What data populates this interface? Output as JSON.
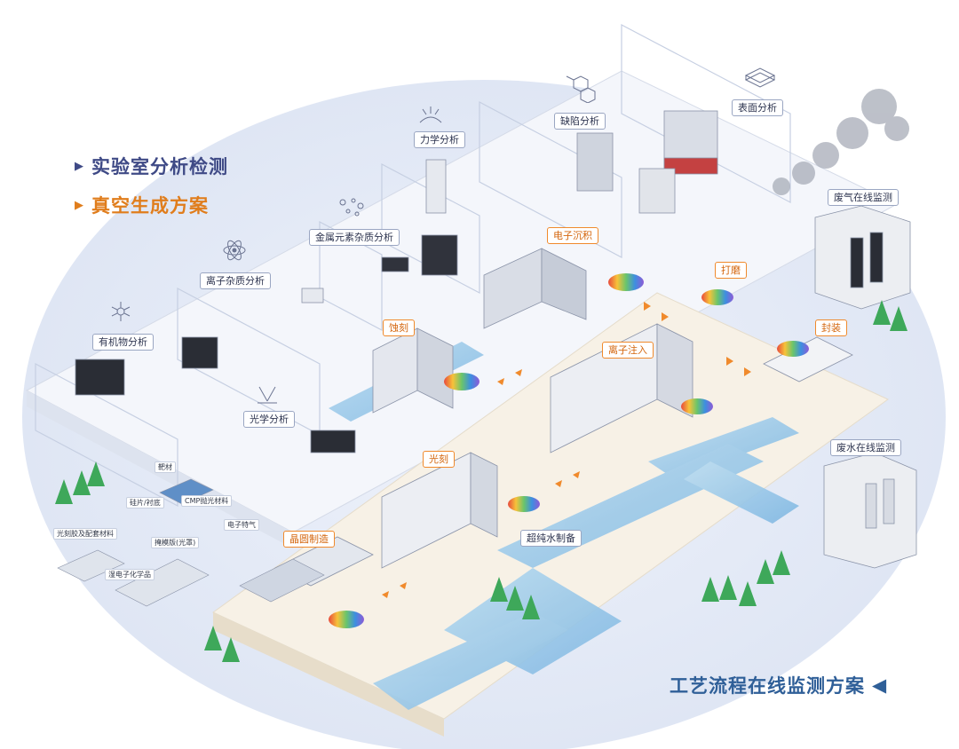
{
  "legend": {
    "lab": "实验室分析检测",
    "vacuum": "真空生成方案",
    "process": "工艺流程在线监测方案"
  },
  "colors": {
    "lab_legend": "#3f4a86",
    "vacuum_legend": "#e07d1c",
    "process_legend": "#2f5f98",
    "orange_tag_border": "#f08a2c",
    "water": "#8fc4e6",
    "tree": "#3ea85a"
  },
  "lab_labels": {
    "surface": "表面分析",
    "defect": "缺陷分析",
    "mechanics": "力学分析",
    "metal": "金属元素杂质分析",
    "ion_impurity": "离子杂质分析",
    "organic": "有机物分析",
    "optical": "光学分析"
  },
  "process_labels": {
    "deposition": "电子沉积",
    "grinding": "打磨",
    "etch": "蚀刻",
    "packaging": "封装",
    "ion_implant": "离子注入",
    "lithography": "光刻",
    "wafer": "晶圆制造",
    "ultrapure": "超纯水制备"
  },
  "monitoring_labels": {
    "exhaust": "废气在线监测",
    "wastewater": "废水在线监测"
  },
  "materials": {
    "target": "靶材",
    "silicon": "硅片/衬底",
    "cmp": "CMP抛光材料",
    "photoresist": "光刻胶及配套材料",
    "mask": "掩模版(光罩)",
    "gas": "电子特气",
    "chemicals": "湿电子化学品"
  },
  "icons": [
    "molecule-icon",
    "atom-icon",
    "particles-icon",
    "light-icon",
    "force-icon",
    "benzene-icon",
    "surface-layers-icon"
  ]
}
